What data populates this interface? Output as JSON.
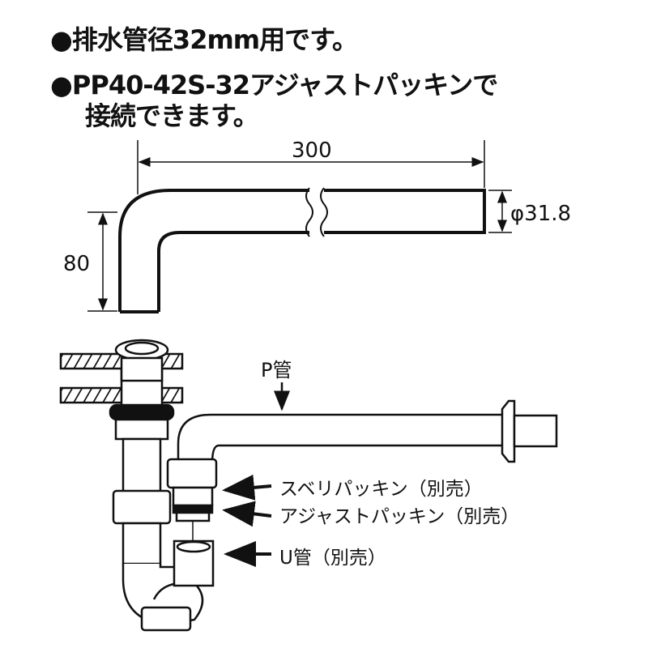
{
  "notes": [
    "●排水管径32mm用です。",
    "●PP40-42S-32アジャストパッキンで",
    "接続できます。"
  ],
  "dimensions": {
    "length": "300",
    "height": "80",
    "diameter": "φ31.8"
  },
  "labels": {
    "p_pipe": "P管",
    "slip_packing": "スベリパッキン（別売）",
    "adjust_packing": "アジャストパッキン（別売）",
    "u_pipe": "U管（別売）"
  }
}
